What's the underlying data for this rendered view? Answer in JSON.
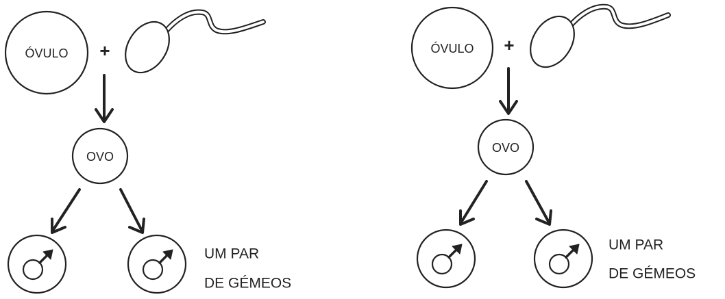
{
  "diagrams": [
    {
      "ovum_label": "ÓVULO",
      "plus_sign": "+",
      "egg_label": "OVO",
      "offspring_icon": "male-symbol-icon",
      "caption_line1": "UM PAR",
      "caption_line2": "DE GÉMEOS"
    },
    {
      "ovum_label": "ÓVULO",
      "plus_sign": "+",
      "egg_label": "OVO",
      "offspring_icon": "male-symbol-icon",
      "caption_line1": "UM PAR",
      "caption_line2": "DE GÉMEOS"
    }
  ],
  "colors": {
    "ink": "#222222",
    "background": "#ffffff"
  }
}
